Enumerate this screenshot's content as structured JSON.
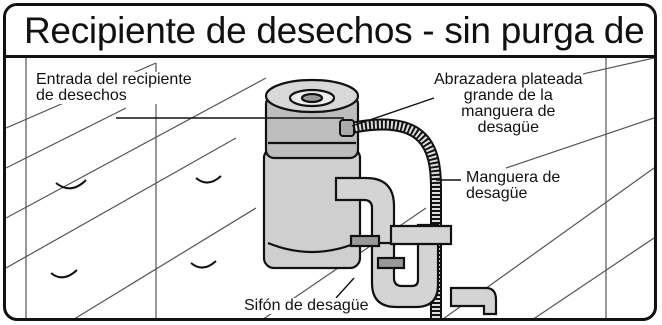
{
  "title": "Recipiente de desechos - sin purga de aire",
  "labels": {
    "inlet": [
      "Entrada del recipiente",
      "de desechos"
    ],
    "clamp": [
      "Abrazadera plateada",
      "grande de la",
      "manguera de",
      "desagüe"
    ],
    "hose": [
      "Manguera de",
      "desagüe"
    ],
    "trap": [
      "Sifón de desagüe"
    ]
  }
}
